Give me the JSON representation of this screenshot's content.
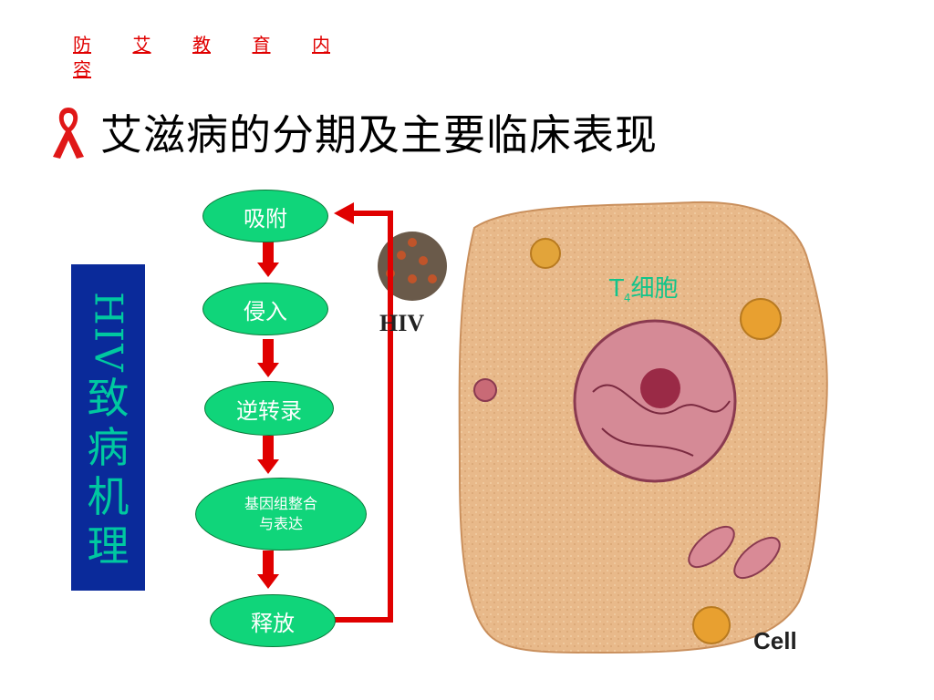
{
  "header": {
    "top_link_chars": [
      "防",
      "艾",
      "教",
      "育",
      "内"
    ],
    "top_link_wrap": "容",
    "title": "艾滋病的分期及主要临床表现"
  },
  "side_box": {
    "latin": "HIV",
    "chars": "致\n病\n机\n理"
  },
  "flow": {
    "steps": [
      "吸附",
      "侵入",
      "逆转录",
      "基因组整合\n与表达",
      "释放"
    ]
  },
  "labels": {
    "t4_main": "T",
    "t4_sub": "4",
    "t4_rest": "细胞",
    "hiv": "HIV",
    "cell": "Cell"
  },
  "colors": {
    "node_fill": "#10d57a",
    "arrow": "#e00000",
    "side_box": "#0a2a9a",
    "side_text": "#00c8a0",
    "link": "#e00000"
  },
  "icons": [
    "aids-ribbon-icon"
  ]
}
